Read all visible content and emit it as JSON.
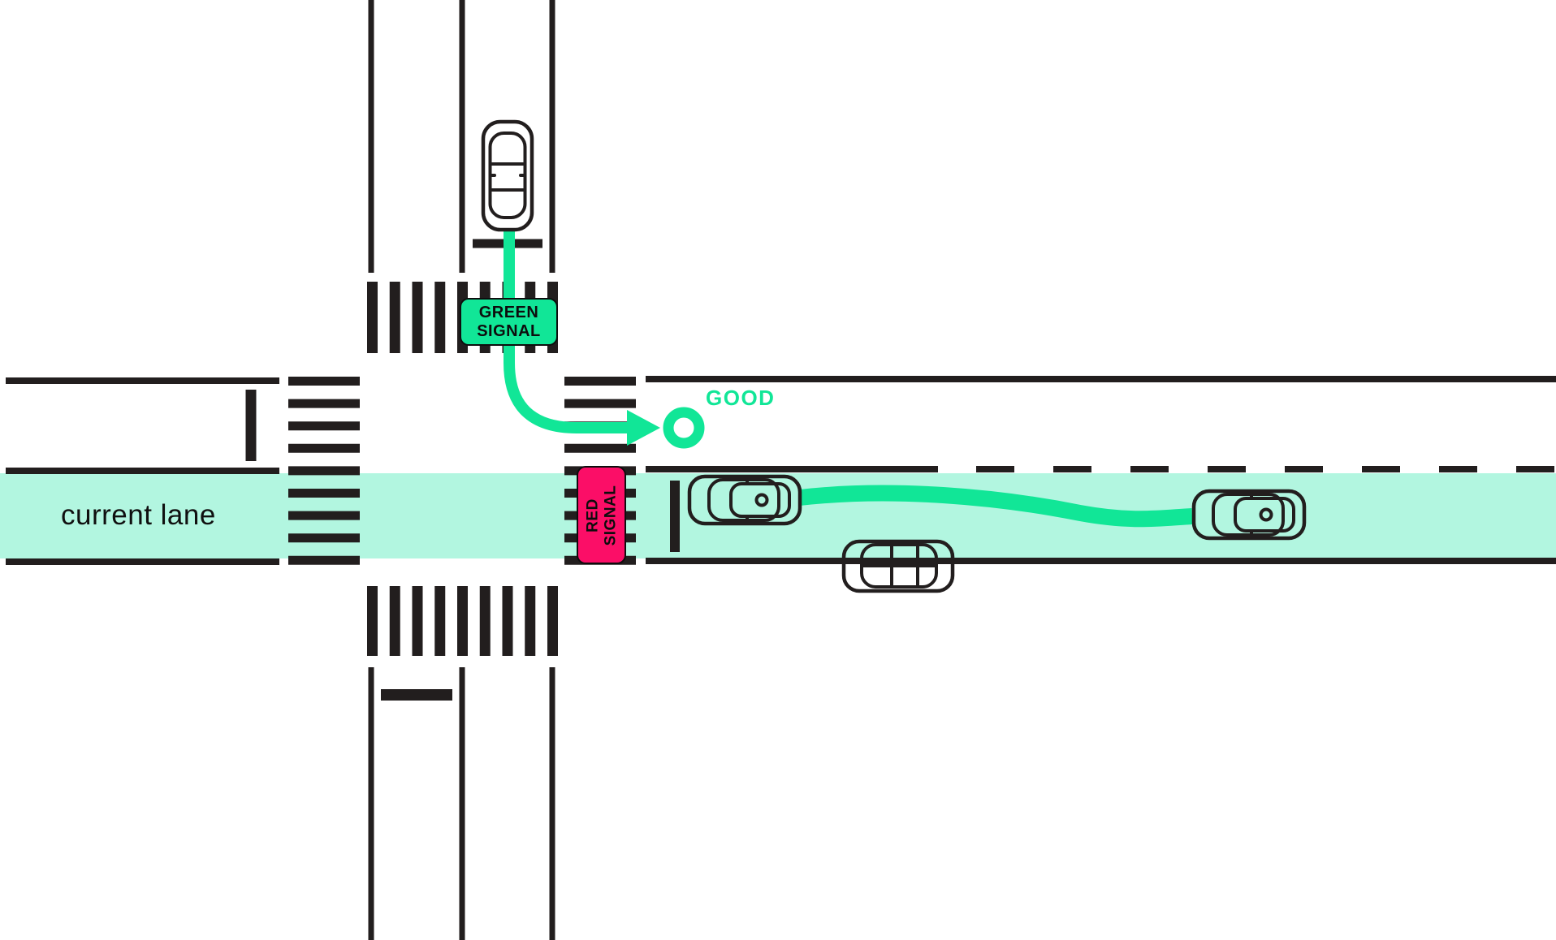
{
  "diagram": {
    "description_labels": {
      "current_lane": "current lane",
      "good": "GOOD",
      "green_signal": {
        "line1": "GREEN",
        "line2": "SIGNAL"
      },
      "red_signal": {
        "line1": "RED",
        "line2": "SIGNAL"
      }
    },
    "icons": {
      "ego_car": "car-top-view",
      "other_car": "car-top-view",
      "driver_marker": "dot-circle",
      "turn_path": "curved-arrow",
      "waypoint": "donut-ring",
      "crosswalk": "zebra-stripes"
    }
  },
  "colors": {
    "ink": "#221e1e",
    "green": "#11e697",
    "mint": "#b2f6e0",
    "pink": "#fb0e67",
    "background": "#ffffff"
  }
}
